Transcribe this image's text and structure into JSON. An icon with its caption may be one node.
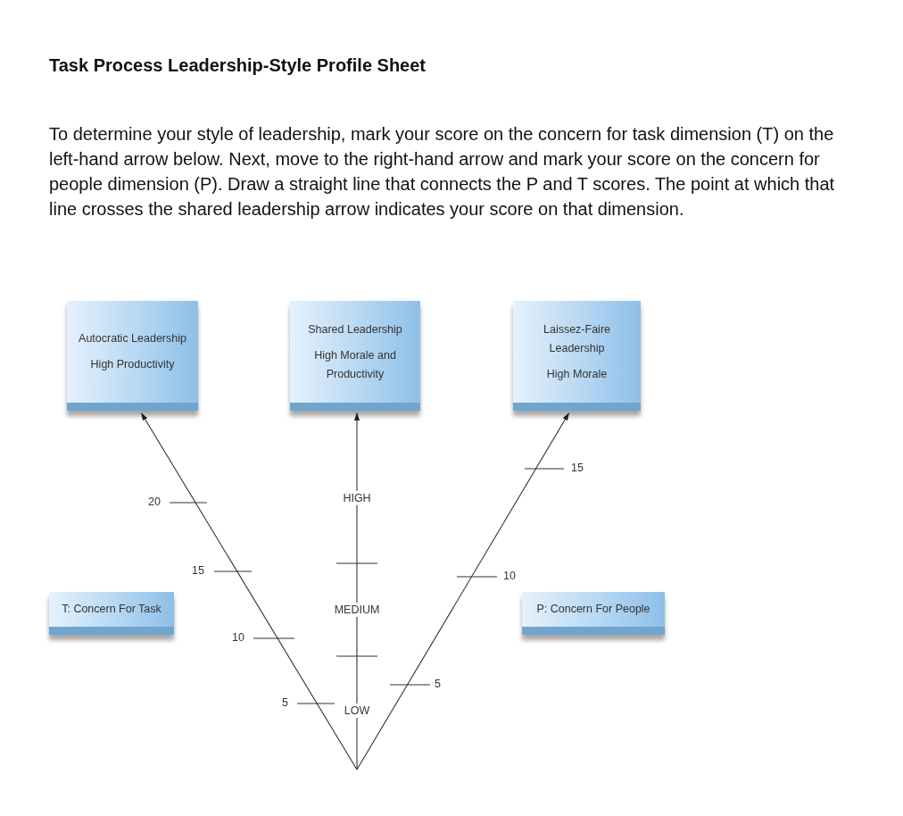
{
  "diagram": {
    "title": "Task Process Leadership-Style Profile Sheet",
    "nodes": [
      {
        "text": [
          "Autocratic Leadership",
          "High Productivity"
        ]
      },
      {
        "text": [
          "Shared Leadership",
          "High Morale and Productivity"
        ]
      },
      {
        "text": [
          "Laissez-Faire Leadership",
          "High Morale"
        ]
      },
      {
        "text": [
          "T: Concern For Task"
        ]
      },
      {
        "text": [
          "P: Concern For People"
        ]
      }
    ],
    "edges": [
      {
        "from": null,
        "to": 0,
        "arrow": "to"
      },
      {
        "from": null,
        "to": 1,
        "arrow": "to"
      },
      {
        "from": null,
        "to": 2,
        "arrow": "to"
      }
    ],
    "labels": [
      "To determine your style of leadership, mark your score on the concern for task dimension (T) on the left-hand arrow below. Next, move to the right-hand arrow and mark your score on the concern for people dimension (P). Draw a straight line that connects the P and T scores. The point at which that line crosses the shared leadership arrow indicates your score on that dimension.",
      "15",
      "HIGH",
      "20",
      "15",
      "10",
      "MEDIUM",
      "10",
      "5",
      "5",
      "LOW"
    ]
  }
}
